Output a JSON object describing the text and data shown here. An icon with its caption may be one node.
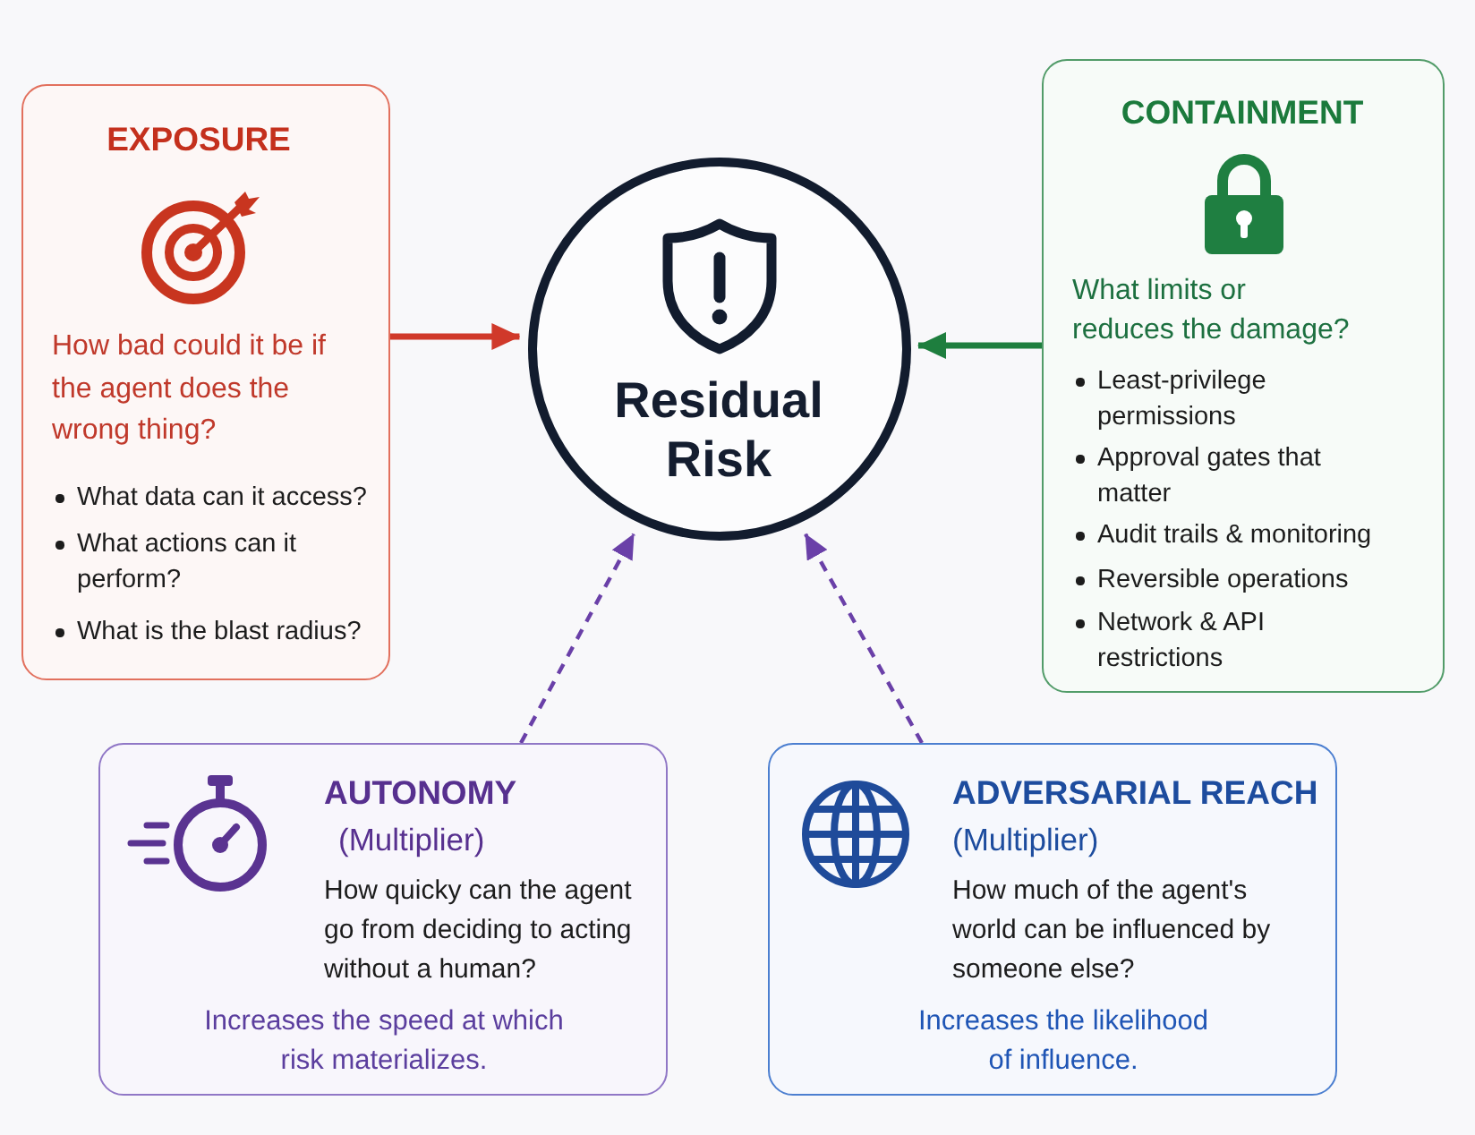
{
  "diagram": {
    "nodes": [
      {
        "text": [
          "EXPOSURE",
          "How bad could it be if the agent does the wrong thing?",
          "What data can it access?",
          "What actions can it perform?",
          "What is the blast radius?"
        ]
      },
      {
        "text": [
          "Residual Risk"
        ]
      },
      {
        "text": [
          "CONTAINMENT",
          "What limits or reduces the damage?",
          "Least-privilege permissions",
          "Approval gates that matter",
          "Audit trails & monitoring",
          "Reversible operations",
          "Network & API restrictions"
        ]
      },
      {
        "text": [
          "AUTONOMY",
          "(Multiplier)",
          "How quicky can the agent go from deciding to acting without a human?",
          "Increases the speed at which risk materializes."
        ]
      },
      {
        "text": [
          "ADVERSARIAL REACH",
          "(Multiplier)",
          "How much of the agent's world can be influenced by someone else?",
          "Increases the likelihood of influence."
        ]
      }
    ],
    "edges": [
      {
        "from": 0,
        "to": 1,
        "arrow": "to",
        "color": "#d0392a"
      },
      {
        "from": 2,
        "to": 1,
        "arrow": "to",
        "color": "#1e7e3e"
      },
      {
        "from": 3,
        "to": 1,
        "arrow": "to",
        "style": "dashed",
        "color": "#6a40a8"
      },
      {
        "from": 4,
        "to": 1,
        "arrow": "to",
        "style": "dashed",
        "color": "#6a40a8"
      }
    ]
  }
}
